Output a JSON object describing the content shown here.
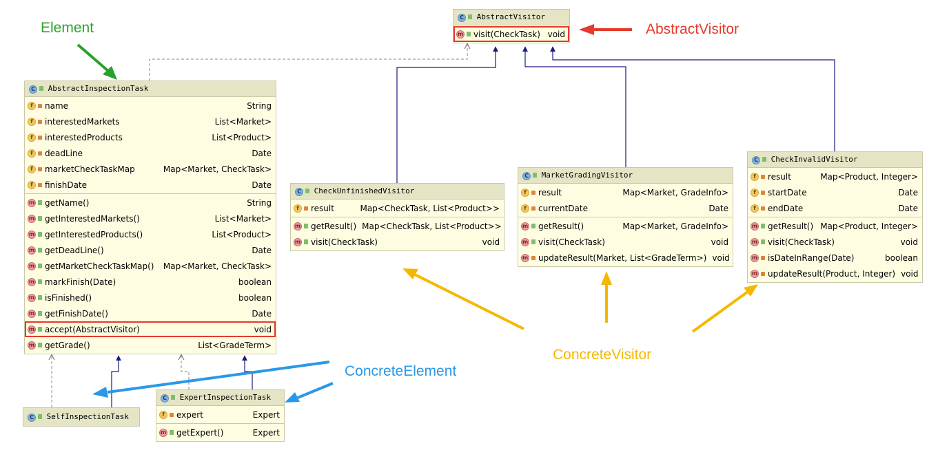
{
  "colors": {
    "element": "#2aa12a",
    "abstract_visitor": "#e53a2c",
    "concrete_element": "#2a98e6",
    "concrete_visitor": "#f5b800",
    "realization": "#1a1a7a",
    "dependency": "#888888"
  },
  "labels": {
    "element": "Element",
    "abstract_visitor": "AbstractVisitor",
    "concrete_element": "ConcreteElement",
    "concrete_visitor": "ConcreteVisitor"
  },
  "abstract_visitor": {
    "name": "AbstractVisitor",
    "methods": [
      {
        "name": "visit(CheckTask)",
        "type": "void"
      }
    ]
  },
  "abstract_inspection_task": {
    "name": "AbstractInspectionTask",
    "fields": [
      {
        "name": "name",
        "type": "String"
      },
      {
        "name": "interestedMarkets",
        "type": "List<Market>"
      },
      {
        "name": "interestedProducts",
        "type": "List<Product>"
      },
      {
        "name": "deadLine",
        "type": "Date"
      },
      {
        "name": "marketCheckTaskMap",
        "type": "Map<Market, CheckTask>"
      },
      {
        "name": "finishDate",
        "type": "Date"
      }
    ],
    "methods": [
      {
        "name": "getName()",
        "type": "String"
      },
      {
        "name": "getInterestedMarkets()",
        "type": "List<Market>"
      },
      {
        "name": "getInterestedProducts()",
        "type": "List<Product>"
      },
      {
        "name": "getDeadLine()",
        "type": "Date"
      },
      {
        "name": "getMarketCheckTaskMap()",
        "type": "Map<Market, CheckTask>"
      },
      {
        "name": "markFinish(Date)",
        "type": "boolean"
      },
      {
        "name": "isFinished()",
        "type": "boolean"
      },
      {
        "name": "getFinishDate()",
        "type": "Date"
      },
      {
        "name": "accept(AbstractVisitor)",
        "type": "void"
      },
      {
        "name": "getGrade()",
        "type": "List<GradeTerm>"
      }
    ]
  },
  "check_unfinished_visitor": {
    "name": "CheckUnfinishedVisitor",
    "fields": [
      {
        "name": "result",
        "type": "Map<CheckTask, List<Product>>"
      }
    ],
    "methods": [
      {
        "name": "getResult()",
        "type": "Map<CheckTask, List<Product>>"
      },
      {
        "name": "visit(CheckTask)",
        "type": "void"
      }
    ]
  },
  "market_grading_visitor": {
    "name": "MarketGradingVisitor",
    "fields": [
      {
        "name": "result",
        "type": "Map<Market, GradeInfo>"
      },
      {
        "name": "currentDate",
        "type": "Date"
      }
    ],
    "methods": [
      {
        "name": "getResult()",
        "type": "Map<Market, GradeInfo>"
      },
      {
        "name": "visit(CheckTask)",
        "type": "void"
      },
      {
        "name": "updateResult(Market, List<GradeTerm>)",
        "type": "void"
      }
    ]
  },
  "check_invalid_visitor": {
    "name": "CheckInvalidVisitor",
    "fields": [
      {
        "name": "result",
        "type": "Map<Product, Integer>"
      },
      {
        "name": "startDate",
        "type": "Date"
      },
      {
        "name": "endDate",
        "type": "Date"
      }
    ],
    "methods": [
      {
        "name": "getResult()",
        "type": "Map<Product, Integer>"
      },
      {
        "name": "visit(CheckTask)",
        "type": "void"
      },
      {
        "name": "isDateInRange(Date)",
        "type": "boolean"
      },
      {
        "name": "updateResult(Product, Integer)",
        "type": "void"
      }
    ]
  },
  "self_inspection_task": {
    "name": "SelfInspectionTask"
  },
  "expert_inspection_task": {
    "name": "ExpertInspectionTask",
    "fields": [
      {
        "name": "expert",
        "type": "Expert"
      }
    ],
    "methods": [
      {
        "name": "getExpert()",
        "type": "Expert"
      }
    ]
  }
}
